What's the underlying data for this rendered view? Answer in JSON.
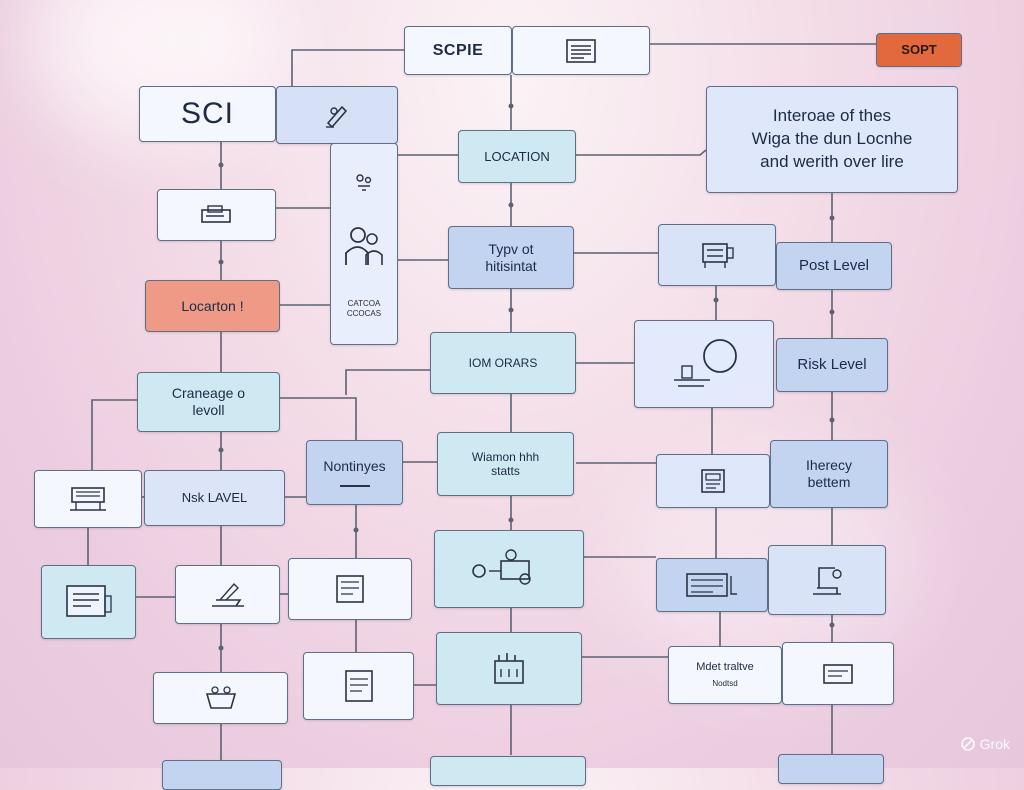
{
  "nodes": {
    "top_title": "SCPIE",
    "top_right_badge": "SOPT",
    "sci_box": "SCI",
    "location_main": "LOCATION",
    "top_info_box": "Interoae of thes\nWiga the dun Locnhe\nand werith over lire",
    "left_location": "Locarton !",
    "type_box": "Typv ot\nhitisintat",
    "column_small_text": "CATCOA\nCCOCAS",
    "post_level": "Post Level",
    "iom_oraas": "IOM ORARS",
    "risk_level_right": "Risk Level",
    "craneage_level": "Craneage o\nlevoll",
    "nontinyes": "Nontinyes",
    "wiamon_stats": "Wiamon hhh\nstatts",
    "iherecy_bettem": "Iherecy\nbettem",
    "risk_level_left": "Nsk LAVEL",
    "mder_tratve": "Mdet traltve",
    "mder_sub": "Nodtsd"
  },
  "icons": [
    "document-icon",
    "pen-icon",
    "person-icon",
    "printer-icon",
    "form-icon",
    "checklist-icon",
    "chart-icon",
    "machine-icon"
  ],
  "watermark": "Grok",
  "colors": {
    "node_fill": "#e9effb",
    "teal_fill": "#cfe9f3",
    "blue_fill": "#c3d4f1",
    "red_fill": "#ef9a86",
    "orange_fill": "#e2683d",
    "edge": "#5b6272"
  }
}
